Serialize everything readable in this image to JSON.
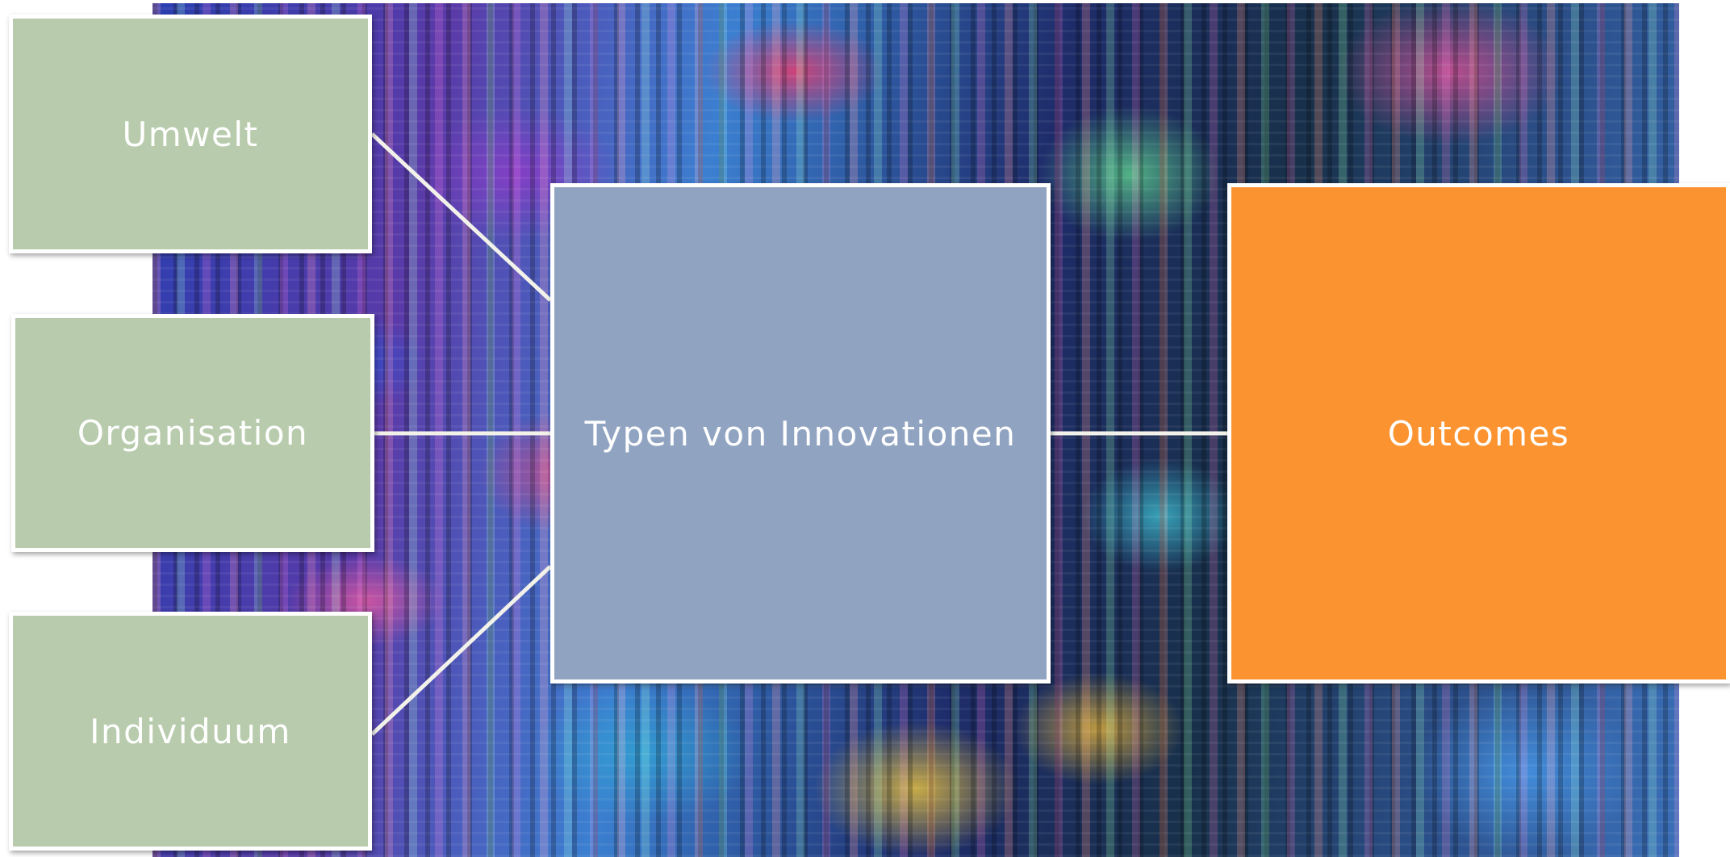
{
  "diagram": {
    "nodes": {
      "umwelt": "Umwelt",
      "organisation": "Organisation",
      "individuum": "Individuum",
      "typen": "Typen von Innovationen",
      "outcomes": "Outcomes"
    },
    "colors": {
      "context_box": "#b8ccad",
      "center_box": "#90a4c2",
      "outcome_box": "#fb9430",
      "connector": "#f2f2ea"
    }
  }
}
